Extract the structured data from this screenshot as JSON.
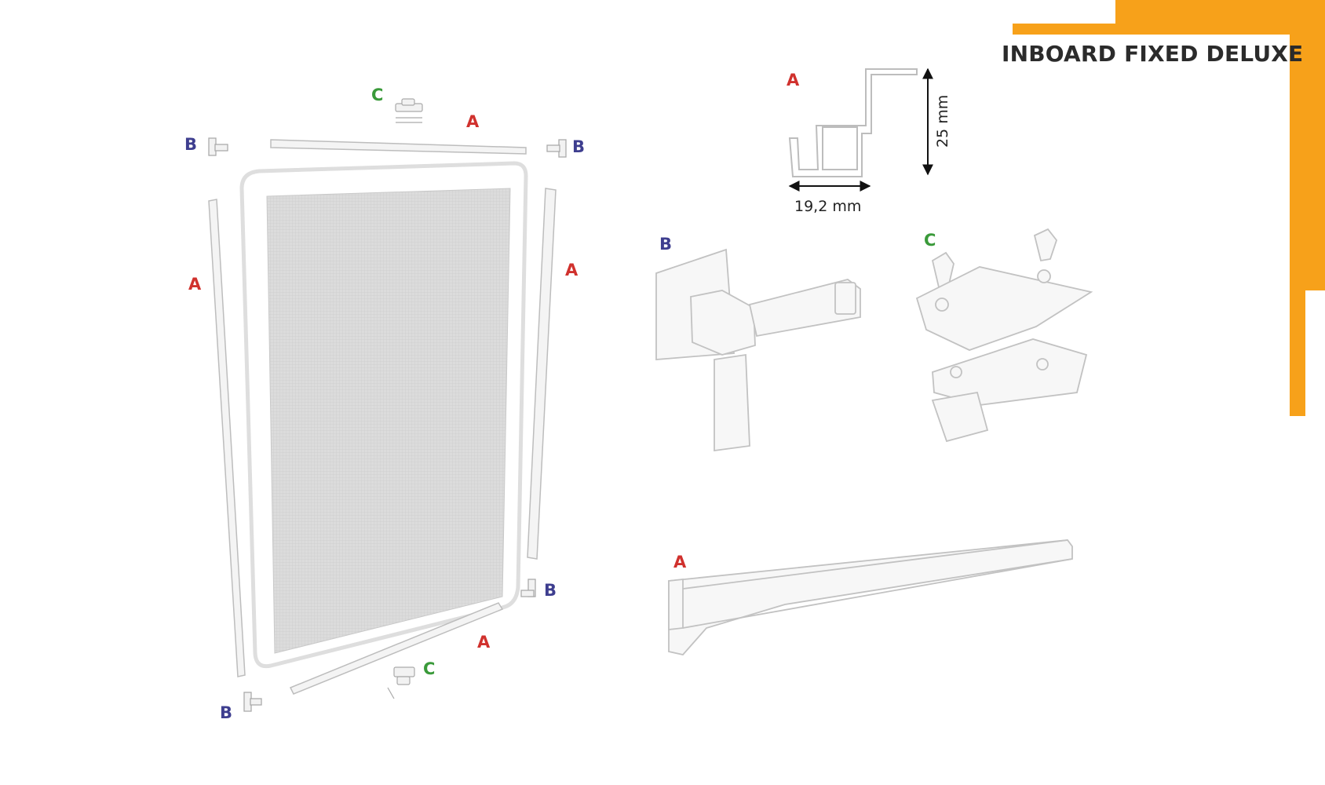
{
  "title": "INBOARD FIXED DELUXE",
  "colors": {
    "accent_orange": "#F7A11A",
    "label_a": "#D0312D",
    "label_b": "#3E3E8F",
    "label_c": "#3A9A3A",
    "part_outline": "#c9c9c9",
    "mesh": "#d9d9d9"
  },
  "labels": {
    "a": "A",
    "b": "B",
    "c": "C"
  },
  "dimensions": {
    "width": "19,2 mm",
    "height": "25 mm"
  }
}
